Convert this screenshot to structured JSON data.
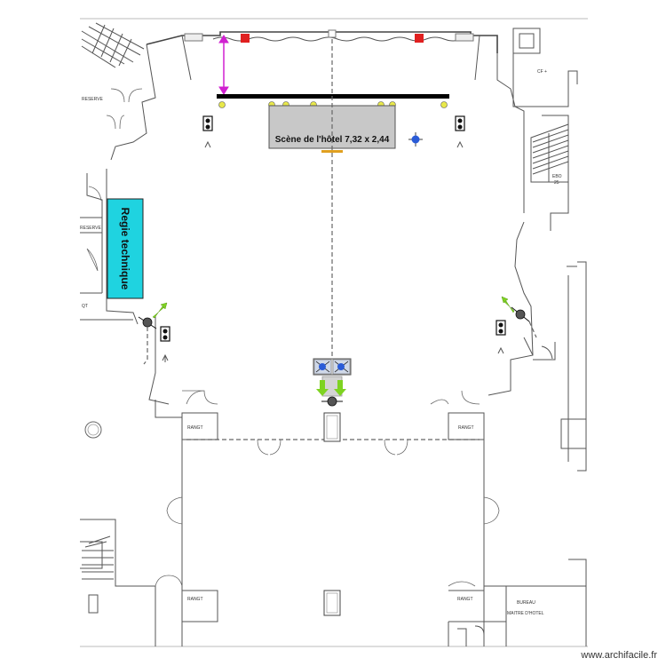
{
  "stage": {
    "label": "Scène de l'hôtel 7,32 x 2,44"
  },
  "regie": {
    "label": "Regie technique"
  },
  "rooms": {
    "reserve_top": "RESERVE",
    "reserve_mid": "RESERVE",
    "qt": "QT",
    "cf": "CF +",
    "ebo": "EBO",
    "ebo_num": "25",
    "rangt_1": "RANGT",
    "rangt_2": "RANGT",
    "rangt_3": "RANGT",
    "rangt_4": "RANGT",
    "bureau": "BUREAU",
    "maitre": "MAITRE D'HOTEL"
  },
  "watermark": "www.archifacile.fr",
  "colors": {
    "stage_fill": "#c8c8c8",
    "regie_fill": "#1fd3e0",
    "truss": "#000000",
    "curtain_red": "#e02020",
    "measure_magenta": "#d020d0",
    "arrow_green": "#7ed321",
    "light_blue": "#2a5bd7"
  }
}
